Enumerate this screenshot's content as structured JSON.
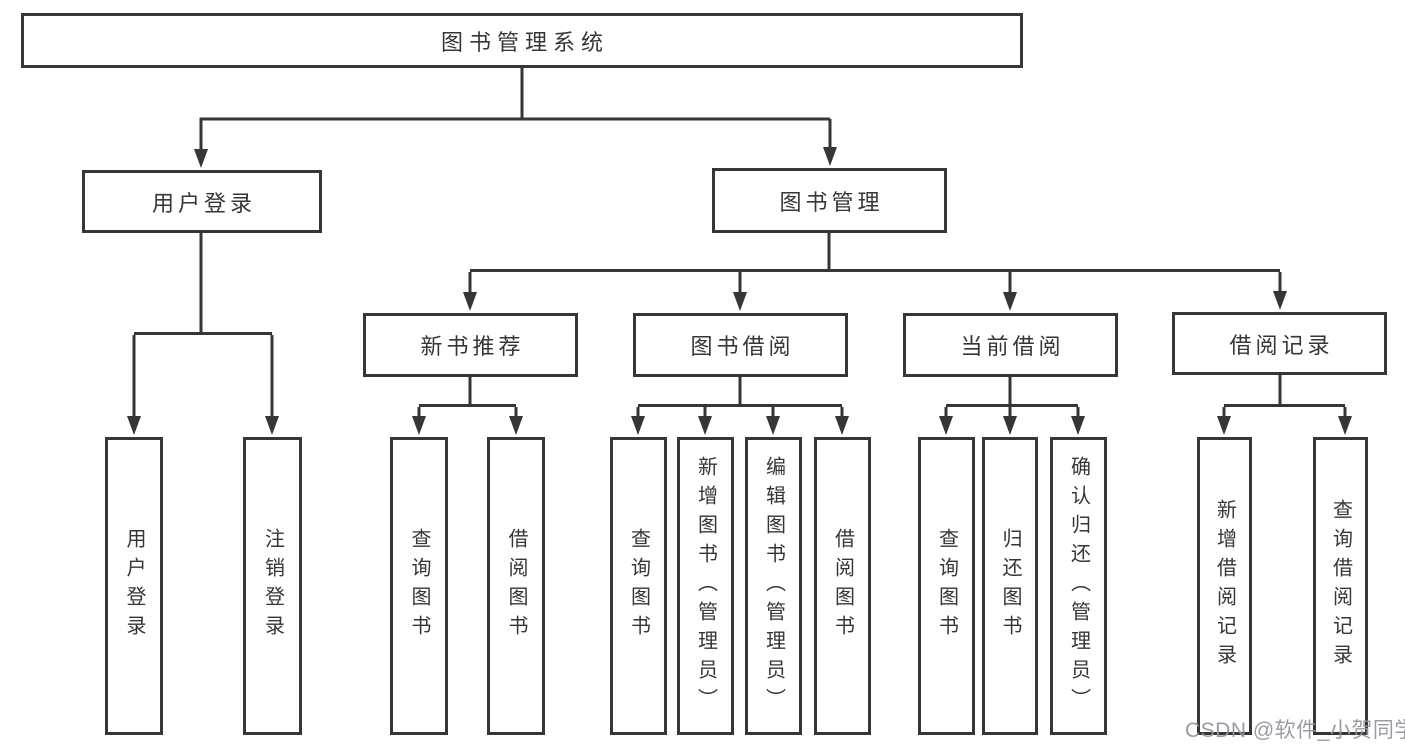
{
  "diagram": {
    "title": "图书管理系统",
    "accent_color": "#363636",
    "root": {
      "label": "图书管理系统"
    },
    "level2": [
      {
        "label": "用户登录"
      },
      {
        "label": "图书管理"
      }
    ],
    "level3": [
      {
        "label": "新书推荐",
        "parent": "图书管理"
      },
      {
        "label": "图书借阅",
        "parent": "图书管理"
      },
      {
        "label": "当前借阅",
        "parent": "图书管理"
      },
      {
        "label": "借阅记录",
        "parent": "图书管理"
      }
    ],
    "leaves": [
      {
        "label": "用户登录",
        "parent": "用户登录"
      },
      {
        "label": "注销登录",
        "parent": "用户登录"
      },
      {
        "label": "查询图书",
        "parent": "新书推荐"
      },
      {
        "label": "借阅图书",
        "parent": "新书推荐"
      },
      {
        "label": "查询图书",
        "parent": "图书借阅"
      },
      {
        "label": "新增图书（管理员）",
        "parent": "图书借阅"
      },
      {
        "label": "编辑图书（管理员）",
        "parent": "图书借阅"
      },
      {
        "label": "借阅图书",
        "parent": "图书借阅"
      },
      {
        "label": "查询图书",
        "parent": "当前借阅"
      },
      {
        "label": "归还图书",
        "parent": "当前借阅"
      },
      {
        "label": "确认归还（管理员）",
        "parent": "当前借阅"
      },
      {
        "label": "新增借阅记录",
        "parent": "借阅记录"
      },
      {
        "label": "查询借阅记录",
        "parent": "借阅记录"
      }
    ]
  },
  "watermark": {
    "text": "CSDN @软件_小贺同学"
  }
}
